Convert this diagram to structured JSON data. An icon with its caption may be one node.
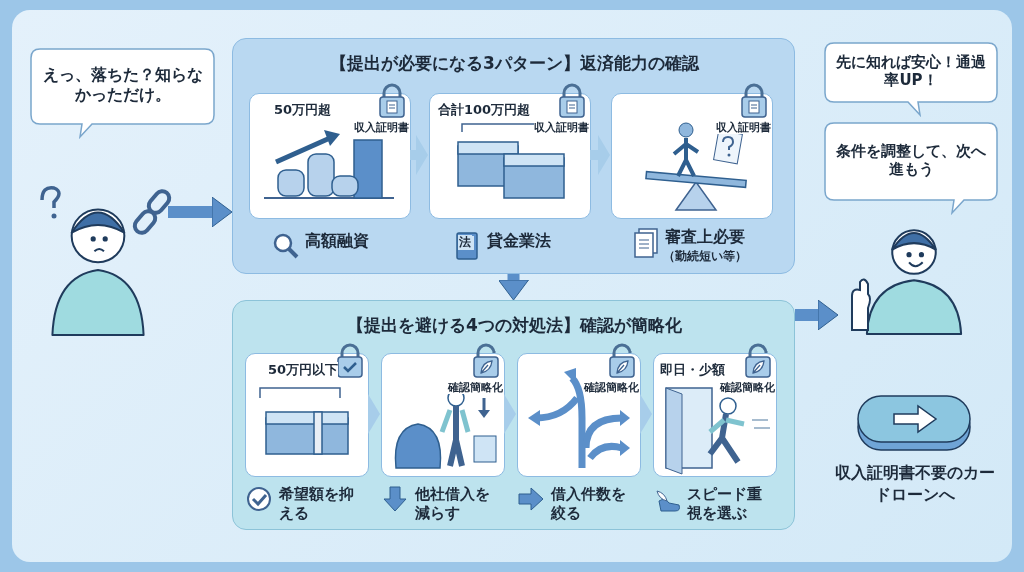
{
  "diagram": {
    "nodes": [
      {
        "text": [
          "えっ、落ちた？知らなかっただけ。"
        ]
      },
      {
        "text": [],
        "shape": "person"
      },
      {
        "text": [
          "【提出が必要になる3パターン】返済能力の確認"
        ]
      },
      {
        "text": [
          "50万円超",
          "収入証明書"
        ],
        "in": 2,
        "beside": [
          "高額融資"
        ]
      },
      {
        "text": [
          "合計100万円超",
          "収入証明書"
        ],
        "in": 2,
        "beside": [
          "貸金業法"
        ]
      },
      {
        "text": [
          "収入証明書"
        ],
        "in": 2,
        "beside": [
          "審査上必要",
          "（勤続短い等）"
        ]
      },
      {
        "text": [
          "【提出を避ける4つの対処法】確認が簡略化"
        ]
      },
      {
        "text": [
          "50万円以下"
        ],
        "in": 6,
        "beside": [
          "希望額を抑える"
        ]
      },
      {
        "text": [
          "確認簡略化"
        ],
        "in": 6,
        "beside": [
          "他社借入を減らす"
        ]
      },
      {
        "text": [
          "確認簡略化"
        ],
        "in": 6,
        "beside": [
          "借入件数を絞る"
        ]
      },
      {
        "text": [
          "即日・少額",
          "確認簡略化"
        ],
        "in": 6,
        "beside": [
          "スピード重視を選ぶ"
        ]
      },
      {
        "text": [
          "先に知れば安心！通過率UP！"
        ]
      },
      {
        "text": [
          "条件を調整して、次へ進もう"
        ]
      },
      {
        "text": [],
        "shape": "person"
      },
      {
        "text": [
          "収入証明書不要のカードローンへ"
        ]
      }
    ],
    "edges": [
      {
        "from": 1,
        "to": 2,
        "arrow": "to"
      },
      {
        "from": 3,
        "to": 4,
        "arrow": "to"
      },
      {
        "from": 4,
        "to": 5,
        "arrow": "to"
      },
      {
        "from": 2,
        "to": 6,
        "arrow": "to"
      },
      {
        "from": 7,
        "to": 8,
        "arrow": "to"
      },
      {
        "from": 8,
        "to": 9,
        "arrow": "to"
      },
      {
        "from": 9,
        "to": 10,
        "arrow": "to"
      },
      {
        "from": 6,
        "to": 13,
        "arrow": "to"
      }
    ],
    "labels": [
      "法"
    ]
  }
}
